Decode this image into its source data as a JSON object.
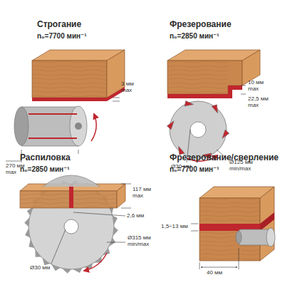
{
  "diagram": {
    "labels": [
      "Строгание",
      "n₀=7700 мин⁻¹",
      "3 мм",
      "max",
      "270 мм",
      "max",
      "Фрезерование",
      "n₀=2850 мин⁻¹",
      "10 мм",
      "max",
      "22,5 мм",
      "max",
      "Ø30 мм",
      "Ø125 мм",
      "min/max",
      "Распиловка",
      "n₀=2850 мин⁻¹",
      "117 мм",
      "max",
      "2,6 мм",
      "Ø30 мм",
      "Ø315 мм",
      "min/max",
      "Фрезерование/сверление",
      "n₀=7700 мин⁻¹",
      "1,5÷13 мм",
      "40 мм"
    ]
  }
}
